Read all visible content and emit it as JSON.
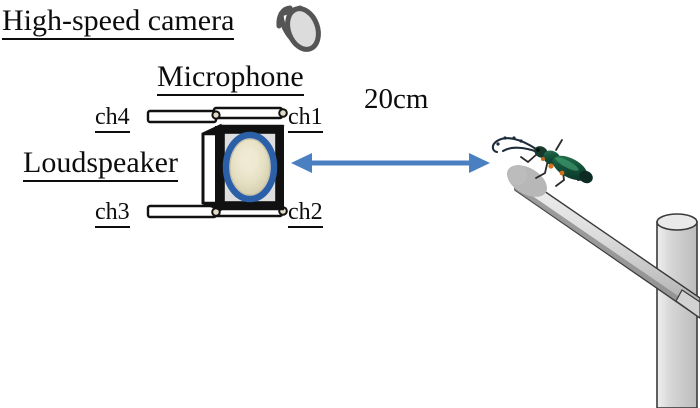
{
  "figure": {
    "title_label": "High-speed camera",
    "microphone_label": "Microphone",
    "loudspeaker_label": "Loudspeaker",
    "distance_label": "20cm",
    "channels": [
      {
        "id": "ch4",
        "label": "ch4",
        "position": "top-left"
      },
      {
        "id": "ch1",
        "label": "ch1",
        "position": "top-right"
      },
      {
        "id": "ch3",
        "label": "ch3",
        "position": "bottom-left"
      },
      {
        "id": "ch2",
        "label": "ch2",
        "position": "bottom-right"
      }
    ],
    "objects": [
      {
        "name": "high-speed-camera",
        "description": "cylindrical lens barrel icon, dark gray outline"
      },
      {
        "name": "loudspeaker",
        "description": "3D boxed speaker with blue surround ring and cream cone"
      },
      {
        "name": "microphone-booms",
        "description": "four hinged horizontal microphone rods labeled ch1-ch4"
      },
      {
        "name": "distance-arrow",
        "description": "double-headed blue arrow spanning 20cm"
      },
      {
        "name": "beetle",
        "description": "iridescent green longhorn beetle with long antennae"
      },
      {
        "name": "perch-rod",
        "description": "gray diagonal rod with rounded tip"
      },
      {
        "name": "support-post",
        "description": "vertical gray cylinder"
      }
    ],
    "colors": {
      "arrow_blue": "#4a7fc1",
      "speaker_ring_blue": "#2b5fa8",
      "speaker_cone_cream": "#e8e2c6",
      "rod_gray": "#c9c9c9",
      "camera_gray": "#5a5a5a",
      "beetle_green": "#1e5f45",
      "text_black": "#0d0d0d"
    }
  }
}
